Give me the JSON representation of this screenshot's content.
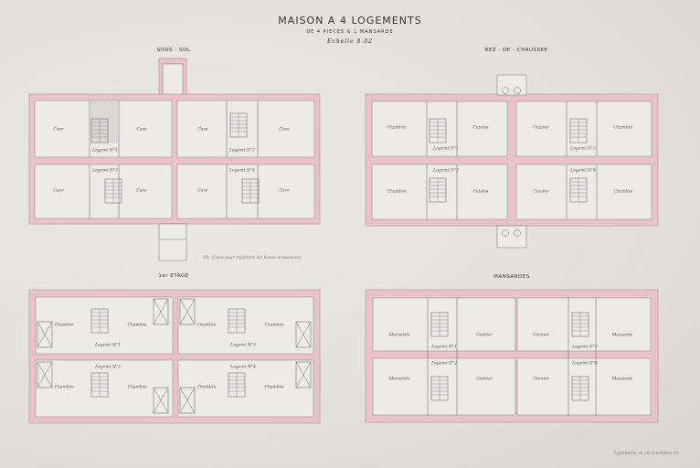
{
  "header": {
    "title": "MAISON A 4 LOGEMENTS",
    "subtitle": "DE 4 PIECES & 1 MANSARDE",
    "scale": "Echelle 0.02"
  },
  "plans": [
    {
      "id": "sous-sol",
      "title": "SOUS - SOL",
      "rooms": [
        "Cave",
        "Cave",
        "Cave",
        "Cave",
        "Cave",
        "Cave",
        "Cave",
        "Cave"
      ],
      "logements": [
        "Logemt N°1",
        "Logemt N°2",
        "Logemt N°3",
        "Logemt N°4"
      ]
    },
    {
      "id": "rez-de-chaussee",
      "title": "REZ - DE - CHAUSSEE",
      "rooms": [
        "Chambre",
        "Cuisine",
        "Cuisine",
        "Chambre",
        "Chambre",
        "Cuisine",
        "Cuisine",
        "Chambre"
      ],
      "logements": [
        "Logemt N°1",
        "Logemt N°3",
        "Logemt N°2",
        "Logemt N°4"
      ]
    },
    {
      "id": "1er-etage",
      "title": "1er ETAGE",
      "rooms": [
        "Chambre",
        "Chambre",
        "Chambre",
        "Chambre",
        "Chambre",
        "Chambre",
        "Chambre",
        "Chambre"
      ],
      "logements": [
        "Logemt N°1",
        "Logemt N°3",
        "Logemt N°2",
        "Logemt N°4"
      ]
    },
    {
      "id": "mansardes",
      "title": "MANSARDES",
      "rooms": [
        "Mansarde",
        "Grenier",
        "Grenier",
        "Mansarde",
        "Mansarde",
        "Grenier",
        "Grenier",
        "Mansarde"
      ],
      "logements": [
        "Logemt N°1",
        "Logemt N°3",
        "Logemt N°2",
        "Logemt N°4"
      ]
    }
  ],
  "notes": {
    "basement_note": "Nb. (Cave pour rejoindre les fosses d'aisances)",
    "signature": "Lafontaine, le 26 novembre 19..",
    "colors": {
      "wall": "#e8c4ca",
      "wall_stroke": "#b98891",
      "line": "#6e6e78"
    }
  }
}
